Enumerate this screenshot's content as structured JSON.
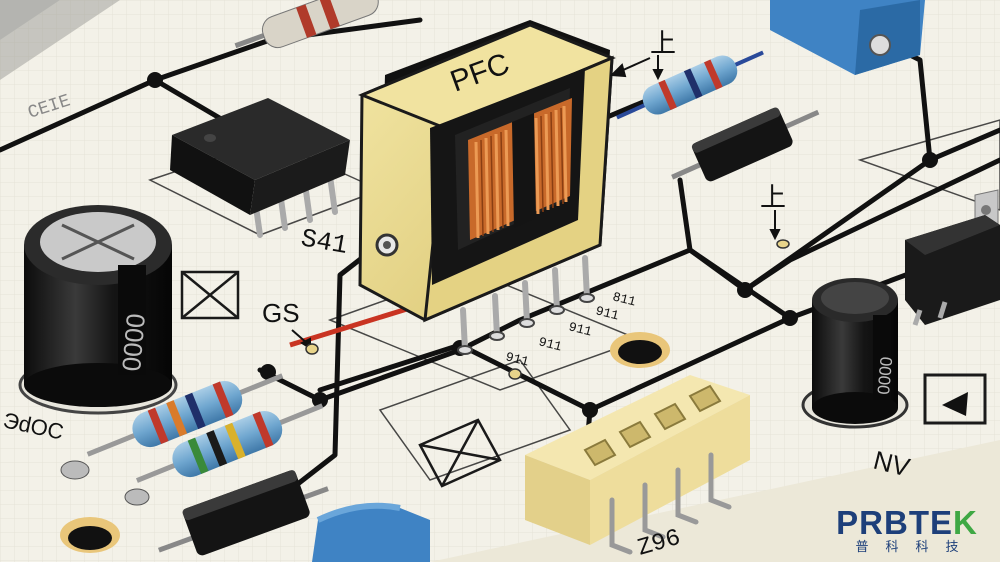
{
  "labels": {
    "transformer": "PFC",
    "probe_top": "上",
    "probe_mid": "上",
    "probe_left": "GS",
    "cap_left_print": "0000",
    "cap_left_base": "ЭdOC",
    "cap_right_print": "0000",
    "ic_mark": "S41",
    "pcb_left_top": "CEIE",
    "pad_codes": [
      "911",
      "911",
      "911",
      "911",
      "811"
    ],
    "conn_mark": "Z96",
    "right_mark": "NV"
  },
  "watermark": {
    "brand_prefix": "PRBTE",
    "brand_suffix": "K",
    "subtitle": "普科科技"
  },
  "colors": {
    "board": "#f4f2e9",
    "core": "#e9d98a",
    "copper": "#c8692a",
    "brand_blue": "#1d3f7a",
    "brand_green": "#3fa844",
    "trace_red": "#c93422",
    "conn_yellow": "#eedd9c",
    "blue_part": "#3f83c4"
  },
  "icons": [
    "board-via-icon",
    "crossed-box-icon",
    "triangle-polarity-icon",
    "probe-arrow-icon"
  ]
}
